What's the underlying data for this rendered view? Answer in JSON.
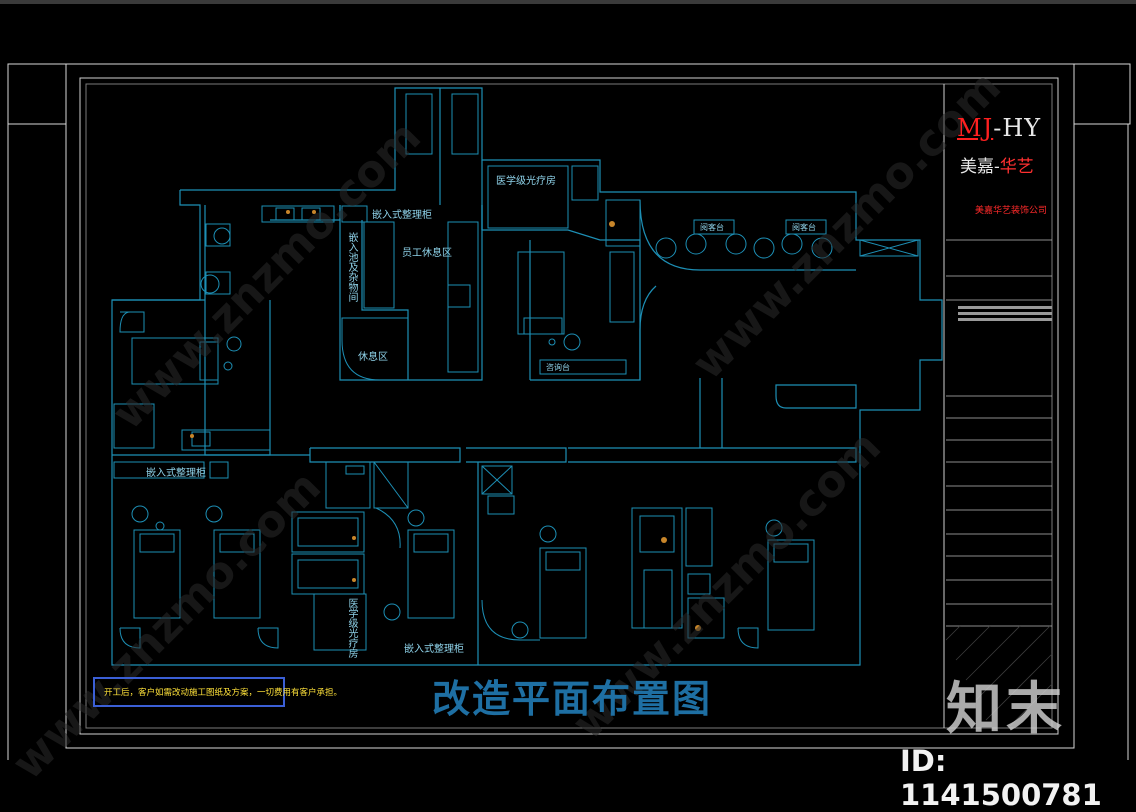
{
  "title_block": {
    "logo_text_a": "MJ",
    "logo_text_b": "-HY",
    "name_cn_a": "美嘉-",
    "name_cn_b": "华艺",
    "company": "美嘉华艺装饰公司"
  },
  "drawing_title": "改造平面布置图",
  "note": "开工后，客户如需改动施工图纸及方案，一切费用有客户承担。",
  "brand_mark": "知末",
  "image_id": "ID: 1141500781",
  "watermark": "www.znzmo.com",
  "room_labels": {
    "cabinet_top": "嵌入式整理柜",
    "staff_rest": "员工休息区",
    "rest": "休息区",
    "medical_light": "医学级光疗房",
    "lounge_left": "阅客台",
    "lounge_right": "阅客台",
    "cabinet_bottom": "嵌入式整理柜",
    "cabinet_bottom2": "嵌入式整理柜",
    "storage_vertical": "嵌入池及杂物间",
    "medical_light_v": "医学级光疗房",
    "counter": "咨询台"
  },
  "colors": {
    "line": "#1d8fb5",
    "frame": "#e0e0e0",
    "accent_red": "#ff2020",
    "note_yellow": "#ffe23a"
  }
}
